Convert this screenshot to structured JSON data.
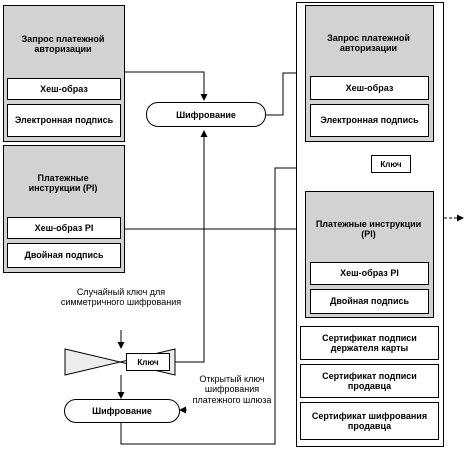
{
  "left": {
    "auth_request": "Запрос платежной авторизации",
    "hash": "Хеш-образ",
    "digital_signature": "Электронная подпись",
    "payment_instructions": "Платежные инструкции (PI)",
    "hash_pi": "Хеш-образ PI",
    "dual_signature": "Двойная подпись"
  },
  "middle": {
    "encryption_top": "Шифрование",
    "random_key_label": "Случайный ключ для симметричного шифрования",
    "key": "Ключ",
    "public_key_label": "Открытый ключ шифрования платежного шлюза",
    "encryption_bottom": "Шифрование"
  },
  "right": {
    "auth_request": "Запрос платежной авторизации",
    "hash": "Хеш-образ",
    "digital_signature": "Электронная подпись",
    "key": "Ключ",
    "payment_instructions": "Платежные инструкции (PI)",
    "hash_pi": "Хеш-образ PI",
    "dual_signature": "Двойная подпись",
    "cardholder_cert": "Сертификат подписи держателя карты",
    "seller_sign_cert": "Сертификат подписи продавца",
    "seller_enc_cert": "Сертификат шифрования продавца"
  }
}
